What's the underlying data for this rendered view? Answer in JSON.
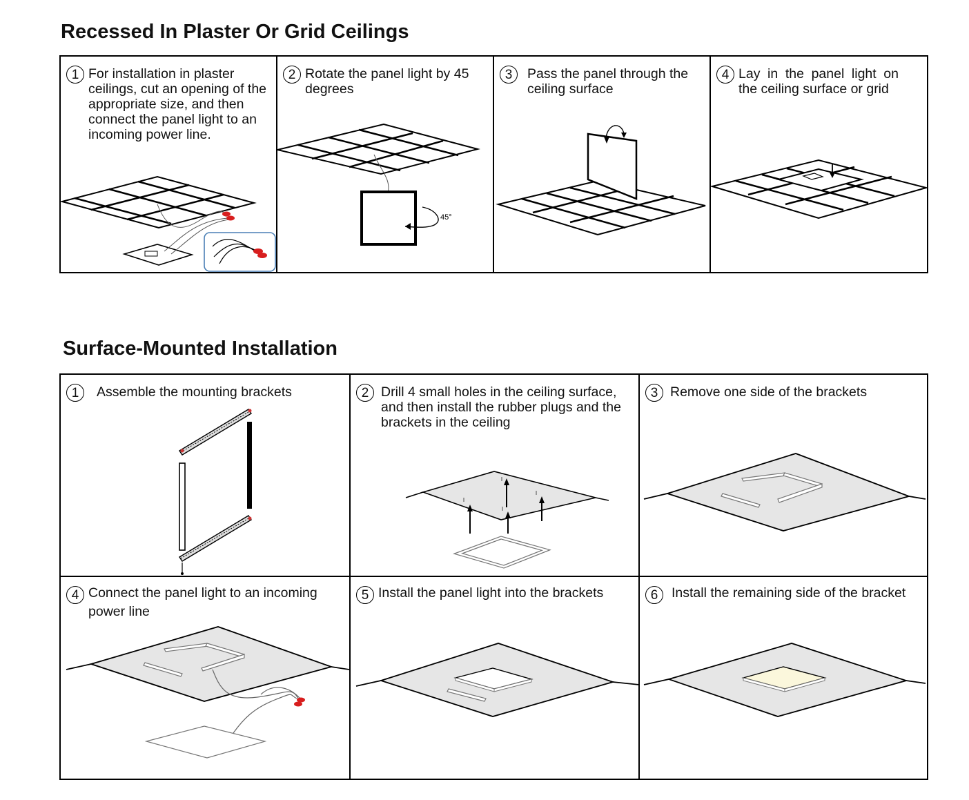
{
  "section1": {
    "title": "Recessed In Plaster Or Grid Ceilings",
    "steps": [
      {
        "num": "1",
        "text": "For installation in plaster ceilings, cut an opening of the appropriate size, and then connect the panel light to an incoming power line."
      },
      {
        "num": "2",
        "text": "Rotate the panel light by 45 degrees",
        "annotation": "45°"
      },
      {
        "num": "3",
        "text": "Pass the panel through the ceiling surface"
      },
      {
        "num": "4",
        "text": "Lay in the panel light on the ceiling surface or grid"
      }
    ]
  },
  "section2": {
    "title": "Surface-Mounted Installation",
    "steps": [
      {
        "num": "1",
        "text": "Assemble the mounting brackets"
      },
      {
        "num": "2",
        "text": "Drill 4 small holes in the ceiling surface, and then install the rubber plugs and the brackets in the ceiling"
      },
      {
        "num": "3",
        "text": "Remove one side of the brackets"
      },
      {
        "num": "4",
        "text": "Connect the panel light to an incoming power line"
      },
      {
        "num": "5",
        "text": "Install the panel light into the brackets"
      },
      {
        "num": "6",
        "text": "Install the remaining side of the bracket"
      }
    ]
  },
  "colors": {
    "border": "#000000",
    "ceiling_fill": "#e6e6e6",
    "wire_tip": "#d81e1e",
    "callout": "#4a7fb5",
    "lit_panel": "#fbf7dc"
  }
}
